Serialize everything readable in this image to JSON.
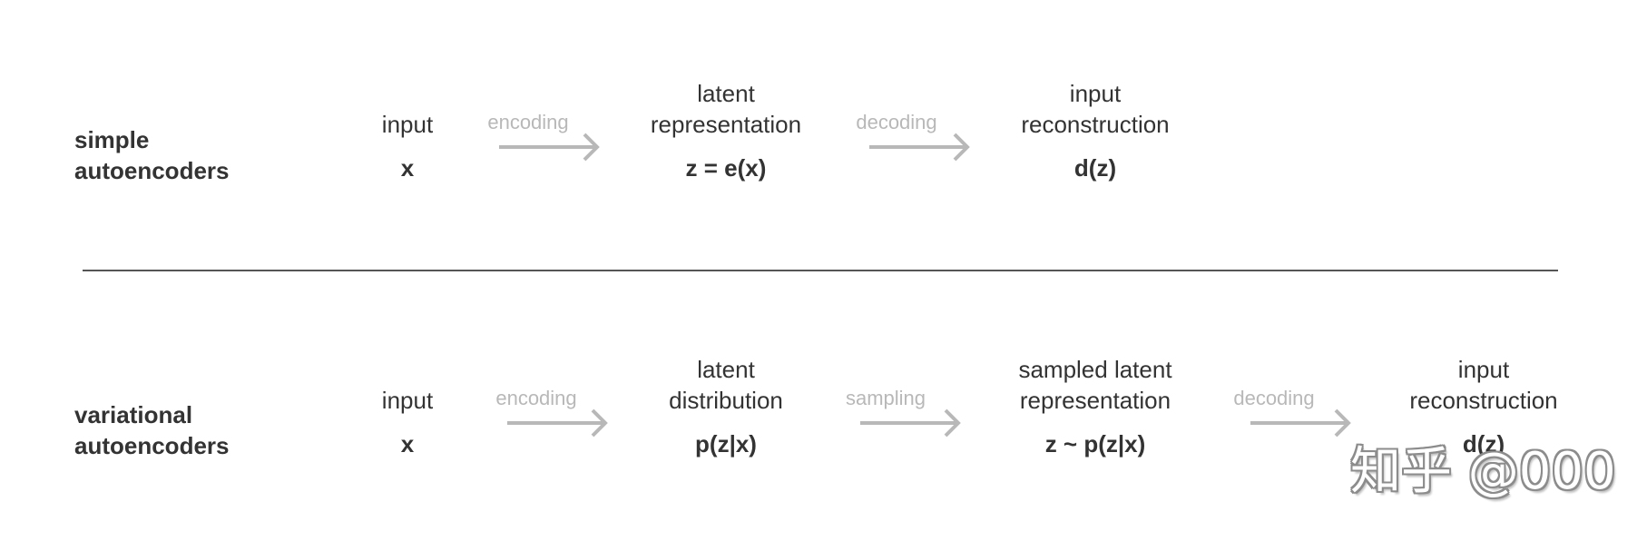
{
  "simple": {
    "title_line1": "simple",
    "title_line2": "autoencoders",
    "nodes": [
      {
        "lines": [
          "input"
        ],
        "formula": "x"
      },
      {
        "lines": [
          "latent",
          "representation"
        ],
        "formula": "z = e(x)"
      },
      {
        "lines": [
          "input",
          "reconstruction"
        ],
        "formula": "d(z)"
      }
    ],
    "arrows": [
      "encoding",
      "decoding"
    ]
  },
  "variational": {
    "title_line1": "variational",
    "title_line2": "autoencoders",
    "nodes": [
      {
        "lines": [
          "input"
        ],
        "formula": "x"
      },
      {
        "lines": [
          "latent",
          "distribution"
        ],
        "formula": "p(z|x)"
      },
      {
        "lines": [
          "sampled latent",
          "representation"
        ],
        "formula": "z ~ p(z|x)"
      },
      {
        "lines": [
          "input",
          "reconstruction"
        ],
        "formula": "d(z)"
      }
    ],
    "arrows": [
      "encoding",
      "sampling",
      "decoding"
    ]
  },
  "watermark": "知乎 @000",
  "colors": {
    "text": "#333333",
    "arrow": "#b8b8b8",
    "divider": "#555555"
  }
}
